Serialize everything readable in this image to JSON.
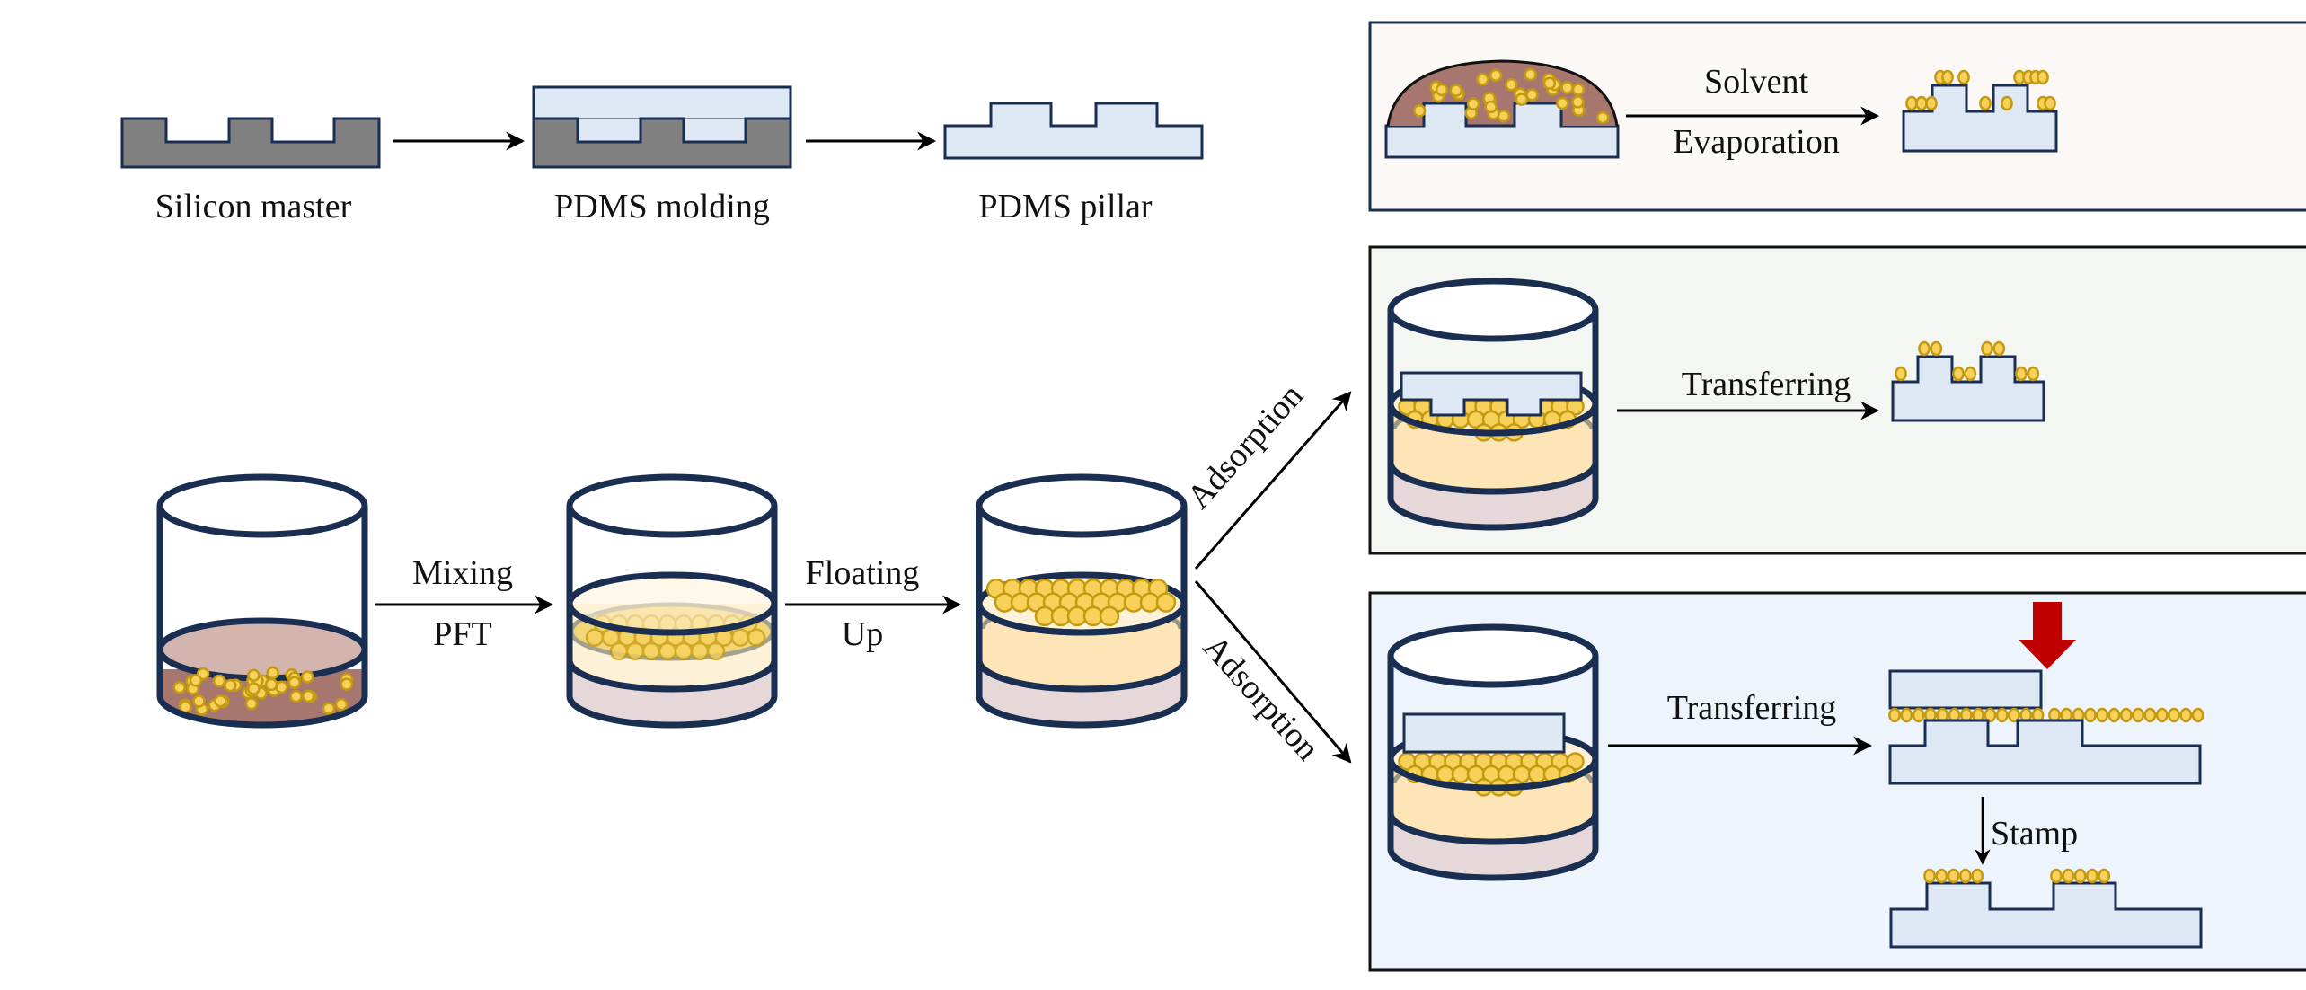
{
  "figure": {
    "colors": {
      "outline": "#1a2e52",
      "silicon": "#808080",
      "pdms": "#dfe8f5",
      "np_fill": "#f7d15a",
      "np_core": "#ffe48a",
      "np_stroke": "#c49a10",
      "solvent_brown": "#a7776f",
      "solvent_brown_top": "#d3b5ae",
      "cream_layer": "#fde5b8",
      "pale_cream": "#fdf2d8",
      "pink_layer": "#e6d8d8",
      "panel_evap_bg": "#fcf8f5",
      "panel_transfer_bg": "#f4f6f1",
      "panel_stamp_bg": "#eef4fb",
      "press_arrow": "#c00000",
      "arrow": "#000000"
    },
    "top_row": {
      "steps": [
        {
          "id": "silicon-master",
          "caption": "Silicon master"
        },
        {
          "id": "pdms-molding",
          "caption": "PDMS molding"
        },
        {
          "id": "pdms-pillar",
          "caption": "PDMS pillar"
        }
      ]
    },
    "beaker_row": {
      "arrow1": {
        "top": "Mixing",
        "bottom": "PFT"
      },
      "arrow2": {
        "top": "Floating",
        "bottom": "Up"
      },
      "branch_up": "Adsorption",
      "branch_down": "Adsorption"
    },
    "panels": {
      "evaporation": {
        "top": "Solvent",
        "bottom": "Evaporation"
      },
      "transfer": {
        "label": "Transferring"
      },
      "stamp": {
        "label": "Transferring",
        "stamp_label": "Stamp"
      }
    }
  }
}
